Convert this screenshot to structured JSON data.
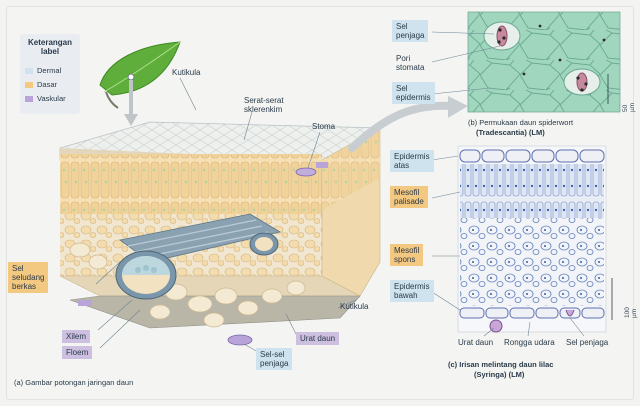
{
  "legend": {
    "title": "Keterangan\nlabel",
    "items": [
      {
        "label": "Dermal",
        "color": "#cfe3ee"
      },
      {
        "label": "Dasar",
        "color": "#f3c880"
      },
      {
        "label": "Vaskular",
        "color": "#b8a4d8"
      }
    ]
  },
  "labels": {
    "kutikula_top": "Kutikula",
    "serat_sklerenkim": "Serat-serat\nsklerenkim",
    "stoma": "Stoma",
    "sel_seludang_berkas": "Sel\nseludang\nberkas",
    "xilem": "Xilem",
    "floem": "Floem",
    "urat_daun_a": "Urat daun",
    "sel_sel_penjaga": "Sel-sel\npenjaga",
    "kutikula_bottom": "Kutikula",
    "sel_penjaga_top": "Sel\npenjaga",
    "pori_stomata": "Pori\nstomata",
    "sel_epidermis": "Sel\nepidermis",
    "epidermis_atas": "Epidermis\natas",
    "mesofil_palisade": "Mesofil\npalisade",
    "mesofil_spons": "Mesofil\nspons",
    "epidermis_bawah": "Epidermis\nbawah",
    "urat_daun_c": "Urat daun",
    "rongga_udara": "Rongga udara",
    "sel_penjaga_c": "Sel penjaga"
  },
  "captions": {
    "a": "(a) Gambar potongan jaringan daun",
    "b_line1": "(b) Permukaan daun spiderwort",
    "b_line2": "(Tradescantia) (LM)",
    "c_line1": "(c)  Irisan melintang daun lilac",
    "c_line2": "(Syringa) (LM)"
  },
  "scales": {
    "b": "50 µm",
    "c": "100 µm"
  }
}
